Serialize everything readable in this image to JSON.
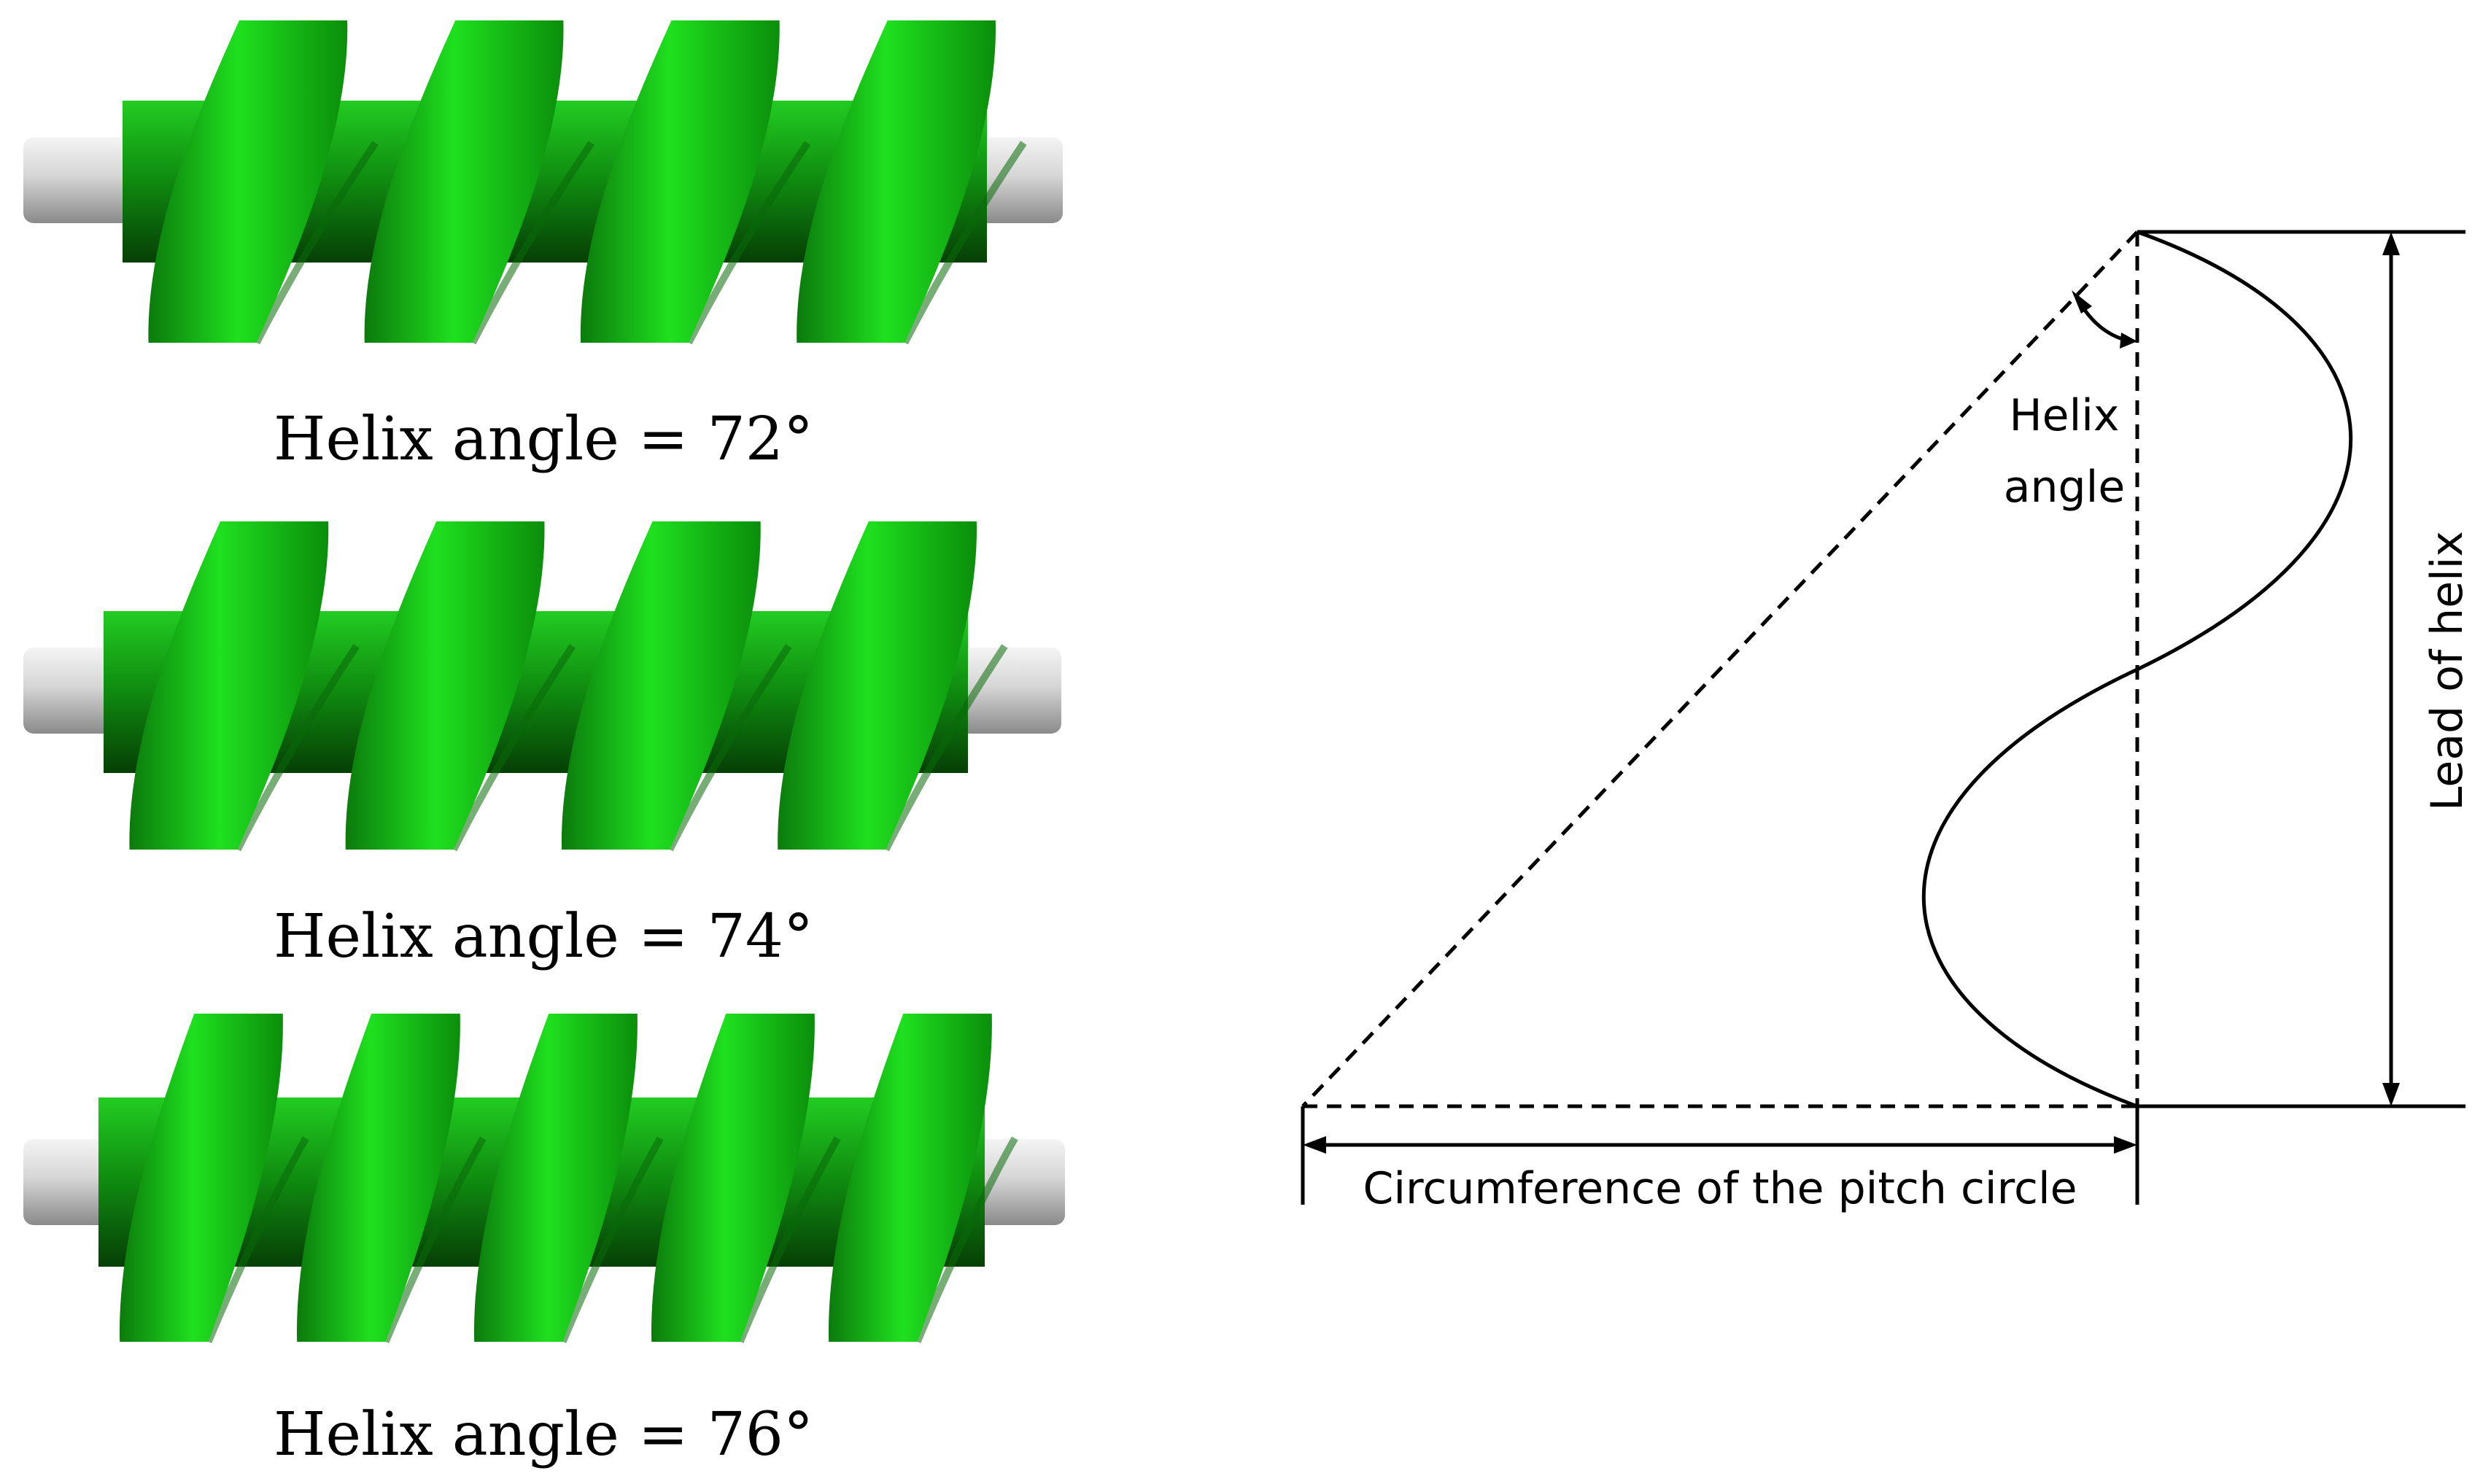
{
  "screws": [
    {
      "caption": "Helix angle = 72°",
      "helix_angle_deg": 72,
      "turns": 4
    },
    {
      "caption": "Helix angle = 74°",
      "helix_angle_deg": 74,
      "turns": 4
    },
    {
      "caption": "Helix angle = 76°",
      "helix_angle_deg": 76,
      "turns": 5
    }
  ],
  "diagram": {
    "helix_angle_label_line1": "Helix",
    "helix_angle_label_line2": "angle",
    "lead_label": "Lead of helix",
    "circumference_label": "Circumference of the pitch circle"
  },
  "colors": {
    "flight_light": "#19f019",
    "flight_mid": "#10c010",
    "flight_dark": "#0a6a0a",
    "shaft": "#c9c9c9",
    "line": "#000000"
  }
}
